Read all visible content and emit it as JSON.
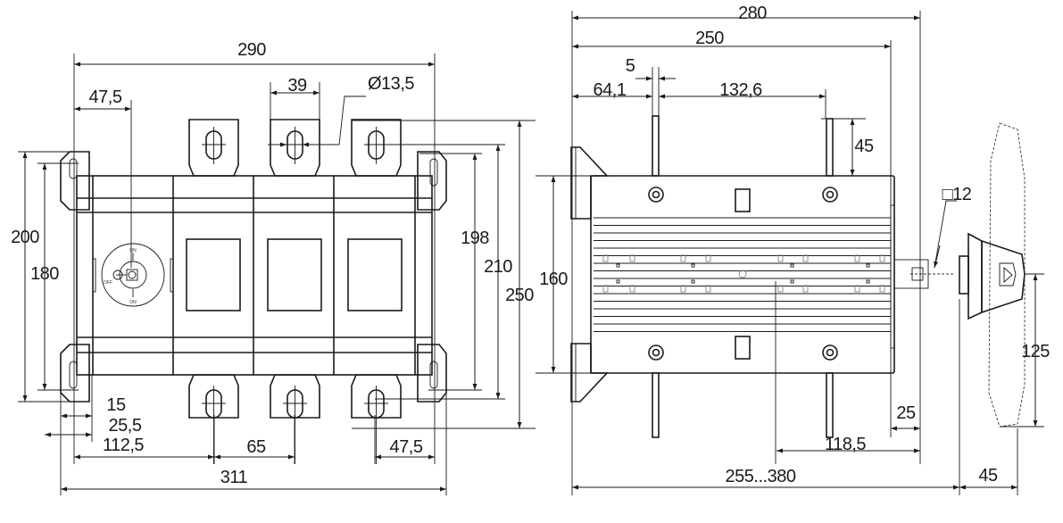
{
  "drawing": {
    "front_view": {
      "dimensions": {
        "overall_width_top": "290",
        "handle_offset_top": "47,5",
        "terminal_width": "39",
        "hole_diameter": "Ø13,5",
        "height_200": "200",
        "height_180": "180",
        "height_198": "198",
        "height_210": "210",
        "height_250": "250",
        "offset_15": "15",
        "offset_25_5": "25,5",
        "offset_112_5": "112,5",
        "pole_pitch": "65",
        "offset_47_5_bottom": "47,5",
        "overall_width_bottom": "311"
      },
      "knob_labels": {
        "on_top": "ON",
        "off": "OFF",
        "on_bottom": "ON"
      }
    },
    "side_view": {
      "dimensions": {
        "overall_depth_280": "280",
        "depth_250": "250",
        "terminal_thickness": "5",
        "offset_64_1": "64,1",
        "terminal_spacing": "132,6",
        "terminal_length": "45",
        "height_160": "160",
        "shaft_square": "□12",
        "handle_height": "125",
        "offset_25": "25",
        "offset_118_5": "118,5",
        "shaft_length_range": "255...380",
        "handle_depth": "45"
      }
    }
  }
}
